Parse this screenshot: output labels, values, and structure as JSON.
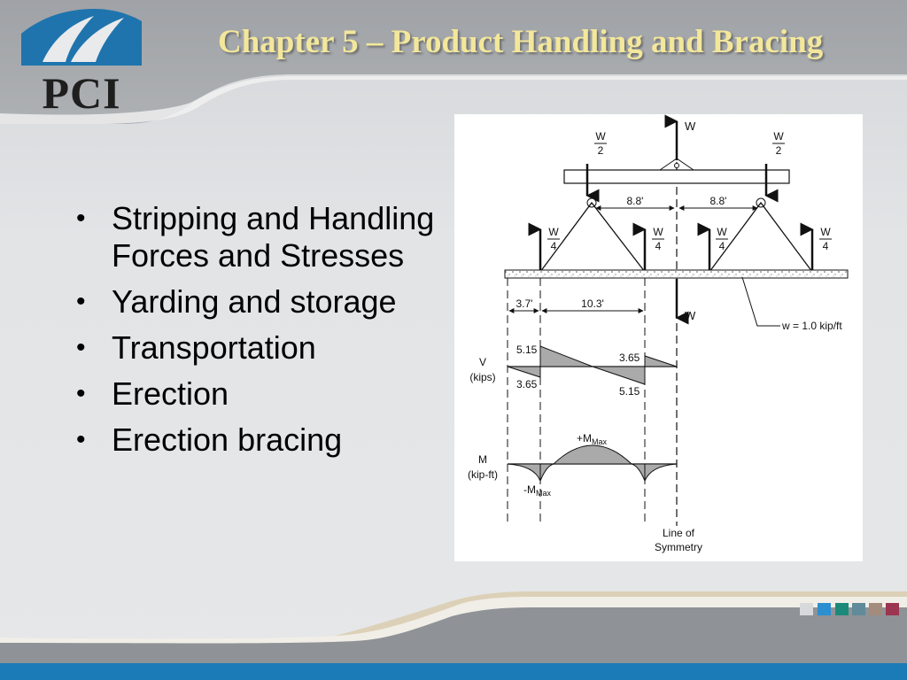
{
  "header": {
    "logo_text": "PCI",
    "title": "Chapter 5 – Product Handling and Bracing"
  },
  "bullets": [
    {
      "text": "Stripping and Handling Forces and Stresses"
    },
    {
      "text": "Yarding and storage"
    },
    {
      "text": "Transportation"
    },
    {
      "text": "Erection"
    },
    {
      "text": "Erection bracing"
    }
  ],
  "figure": {
    "load_w": "W",
    "load_w_bottom": "W",
    "half_num": "W",
    "half_den": "2",
    "quarter_num": "W",
    "quarter_den": "4",
    "dim_left_span": "8.8'",
    "dim_right_span": "8.8'",
    "dim_overhang": "3.7'",
    "dim_interior": "10.3'",
    "distributed_load": "w = 1.0 kip/ft",
    "shear_label_top": "V",
    "shear_label_bottom": "(kips)",
    "shear_v1_top": "5.15",
    "shear_v1_bottom": "3.65",
    "shear_v2_top": "3.65",
    "shear_v2_bottom": "5.15",
    "moment_label_top": "M",
    "moment_label_bottom": "(kip-ft)",
    "moment_pos": "+M",
    "moment_neg": "-M",
    "moment_sub": "Max",
    "symmetry_top": "Line of",
    "symmetry_bottom": "Symmetry"
  },
  "colors": {
    "title": "#f3e79b",
    "logo_blue": "#1f74ad",
    "footer_blue": "#1b7bb6",
    "footer_gray": "#8f9296",
    "swatches": [
      "#d7d9da",
      "#2c8fd0",
      "#1c8a7a",
      "#5f8b9a",
      "#a38c7c",
      "#9c3550"
    ]
  }
}
